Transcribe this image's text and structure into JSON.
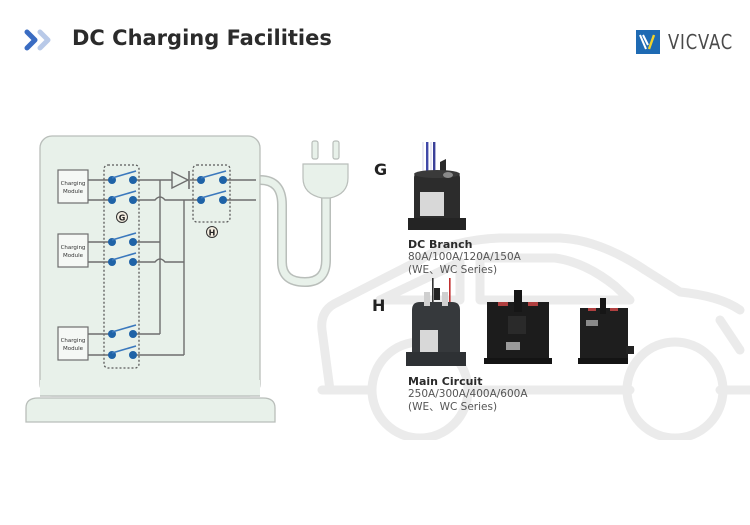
{
  "header": {
    "title": "DC Charging Facilities",
    "title_icon": "double-chevron-right-icon",
    "brand": {
      "name": "VICVAC",
      "logo_icon": "vicvac-logo-icon",
      "colors": {
        "logo_bg": "#1e6ab3",
        "logo_accent": "#f2d32b",
        "text": "#4a4a4a"
      }
    },
    "colors": {
      "chevron_primary": "#3a6cc2",
      "chevron_secondary": "#b8c9e8"
    }
  },
  "diagram": {
    "modules": [
      {
        "label_line1": "Charging",
        "label_line2": "Module"
      },
      {
        "label_line1": "Charging",
        "label_line2": "Module"
      },
      {
        "label_line1": "Charging",
        "label_line2": "Module"
      }
    ],
    "group_g_label": "G",
    "group_h_label": "H",
    "colors": {
      "panel_bg": "#e8f1ea",
      "panel_border": "#b9beba",
      "wire": "#6e6e6e",
      "contact": "#1f63a7"
    }
  },
  "products": {
    "g": {
      "letter": "G",
      "title": "DC Branch",
      "ratings": "80A/100A/120A/150A",
      "series": "(WE、WC Series)"
    },
    "h": {
      "letter": "H",
      "title": "Main Circuit",
      "ratings": "250A/300A/400A/600A",
      "series": "(WE、WC Series)"
    }
  }
}
